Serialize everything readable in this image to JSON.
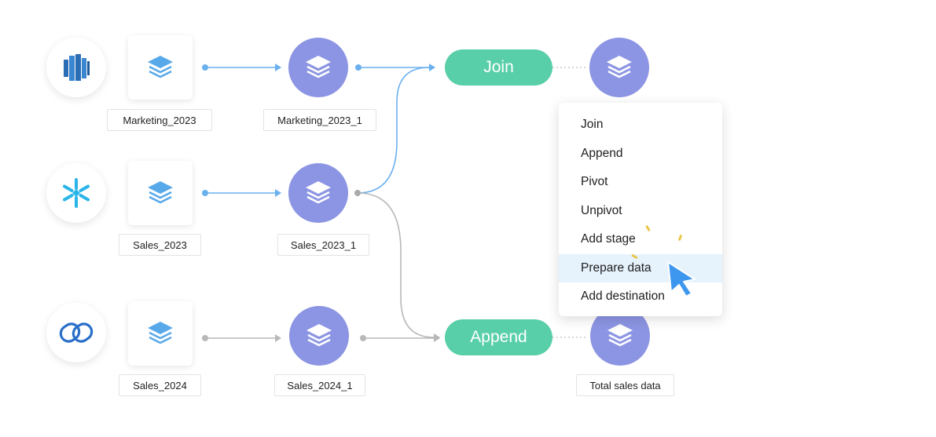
{
  "colors": {
    "dataset_circle": "#8c95e3",
    "action_pill": "#58cfa8",
    "active_connector": "#6ab0ee",
    "inactive_connector": "#b8b8b8",
    "menu_highlight": "#e6f2fc"
  },
  "sources": [
    {
      "icon": "amazon-redshift-icon"
    },
    {
      "icon": "snowflake-icon"
    },
    {
      "icon": "zoho-analytics-icon"
    }
  ],
  "tables": [
    {
      "label": "Marketing_2023"
    },
    {
      "label": "Sales_2023"
    },
    {
      "label": "Sales_2024"
    }
  ],
  "stages": [
    {
      "label": "Marketing_2023_1"
    },
    {
      "label": "Sales_2023_1"
    },
    {
      "label": "Sales_2024_1"
    }
  ],
  "actions": {
    "join": "Join",
    "append": "Append"
  },
  "outputs": {
    "append_output_label": "Total sales data"
  },
  "context_menu": {
    "items": [
      "Join",
      "Append",
      "Pivot",
      "Unpivot",
      "Add stage",
      "Prepare data",
      "Add destination"
    ],
    "highlighted": "Prepare data"
  }
}
